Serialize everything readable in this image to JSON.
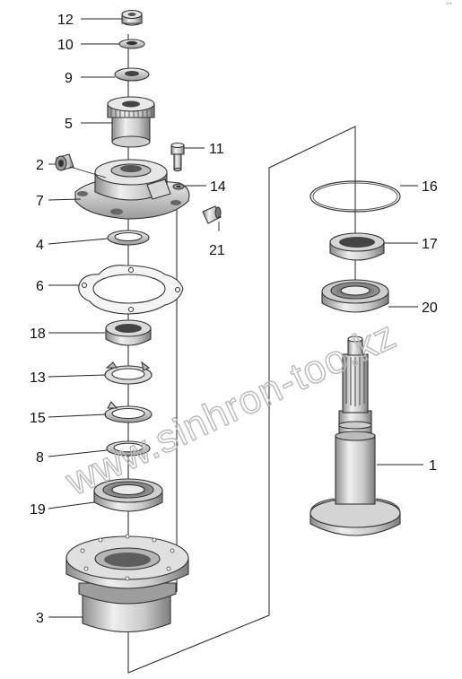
{
  "watermark": "www.sinhron-too.kz",
  "corner_mark": "´´",
  "callouts": {
    "p1": "1",
    "p2": "2",
    "p3": "3",
    "p4": "4",
    "p5": "5",
    "p6": "6",
    "p7": "7",
    "p8": "8",
    "p9": "9",
    "p10": "10",
    "p11": "11",
    "p12": "12",
    "p13": "13",
    "p14": "14",
    "p15": "15",
    "p16": "16",
    "p17": "17",
    "p18": "18",
    "p19": "19",
    "p20": "20",
    "p21": "21"
  }
}
